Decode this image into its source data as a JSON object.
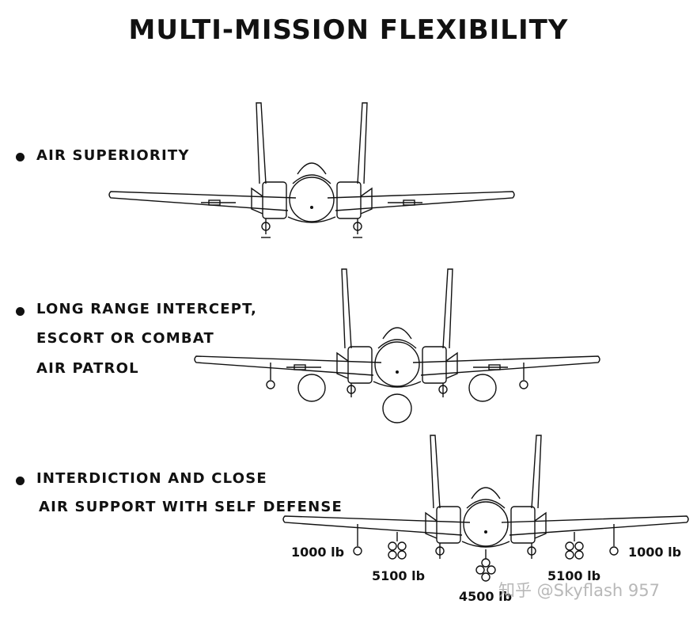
{
  "title": "MULTI-MISSION FLEXIBILITY",
  "missions": [
    {
      "lines": [
        "AIR SUPERIORITY"
      ]
    },
    {
      "lines": [
        "LONG RANGE INTERCEPT,",
        "ESCORT OR COMBAT",
        "AIR PATROL"
      ]
    },
    {
      "lines": [
        "INTERDICTION AND CLOSE",
        "AIR SUPPORT WITH SELF DEFENSE"
      ]
    }
  ],
  "weapon_labels": {
    "left_outboard": "1000 lb",
    "right_outboard": "1000 lb",
    "left_inboard": "5100 lb",
    "right_inboard": "5100 lb",
    "centerline": "4500 lb"
  },
  "watermark": "知乎 @Skyflash 957",
  "colors": {
    "ink": "#111111",
    "background": "#ffffff"
  }
}
